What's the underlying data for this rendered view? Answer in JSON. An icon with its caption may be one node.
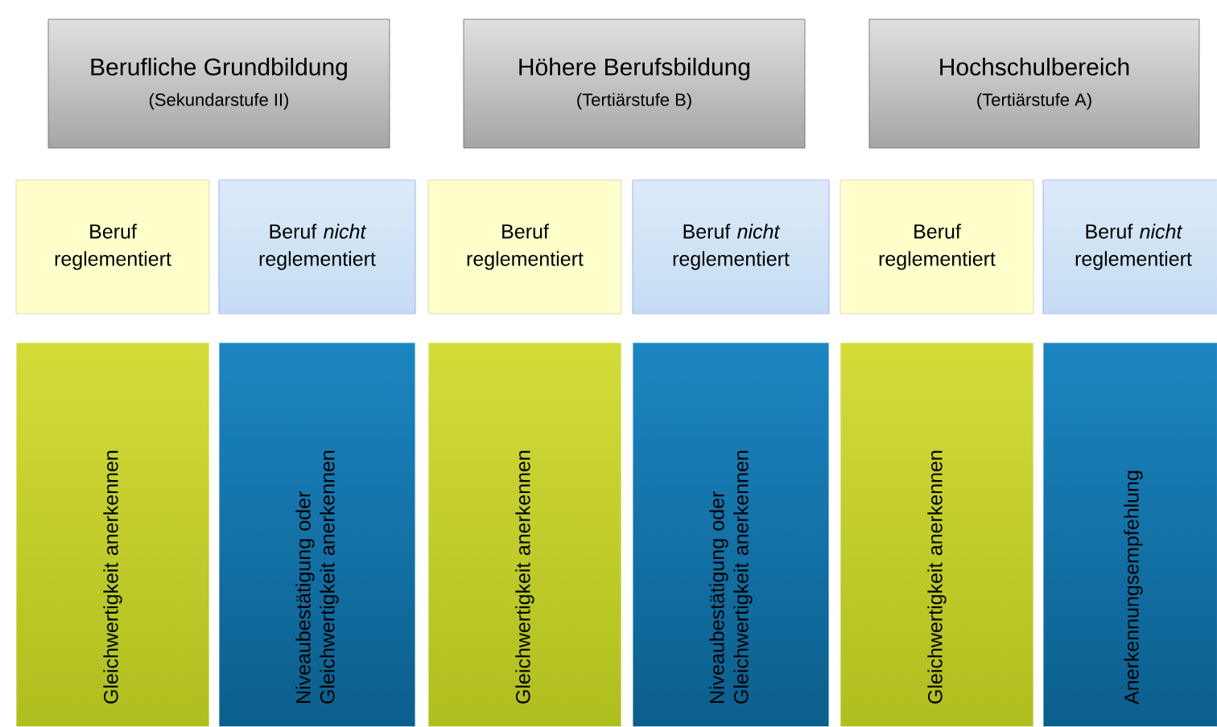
{
  "diagram": {
    "nodes": [
      {
        "text": [
          "Berufliche Grundbildung",
          "(Sekundarstufe II)"
        ]
      },
      {
        "text": [
          "Höhere Berufsbildung",
          "(Tertiärstufe B)"
        ]
      },
      {
        "text": [
          "Hochschulbereich",
          "(Tertiärstufe A)"
        ]
      },
      {
        "text": [
          "Beruf reglementiert"
        ]
      },
      {
        "text": [
          "Beruf *nicht* reglementiert"
        ]
      },
      {
        "text": [
          "Beruf reglementiert"
        ]
      },
      {
        "text": [
          "Beruf *nicht* reglementiert"
        ]
      },
      {
        "text": [
          "Beruf reglementiert"
        ]
      },
      {
        "text": [
          "Beruf *nicht* reglementiert"
        ]
      },
      {
        "text": [
          "Gleichwertigkeit anerkennen"
        ]
      },
      {
        "text": [
          "Niveaubestätigung oder Gleichwertigkeit anerkennen"
        ]
      },
      {
        "text": [
          "Gleichwertigkeit anerkennen"
        ]
      },
      {
        "text": [
          "Niveaubestätigung oder Gleichwertigkeit anerkennen"
        ]
      },
      {
        "text": [
          "Gleichwertigkeit anerkennen"
        ]
      },
      {
        "text": [
          "Anerkennungsempfehlung"
        ]
      }
    ]
  }
}
